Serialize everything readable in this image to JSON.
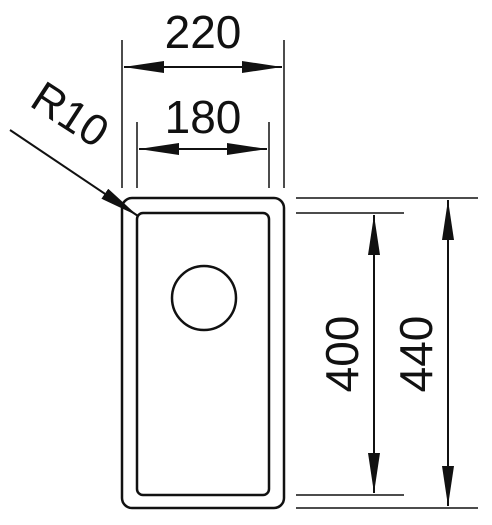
{
  "dimensions": {
    "outer_width": "220",
    "inner_width": "180",
    "inner_height": "400",
    "outer_height": "440",
    "corner_radius": "R10"
  },
  "colors": {
    "line": "#111111",
    "background": "#ffffff"
  }
}
